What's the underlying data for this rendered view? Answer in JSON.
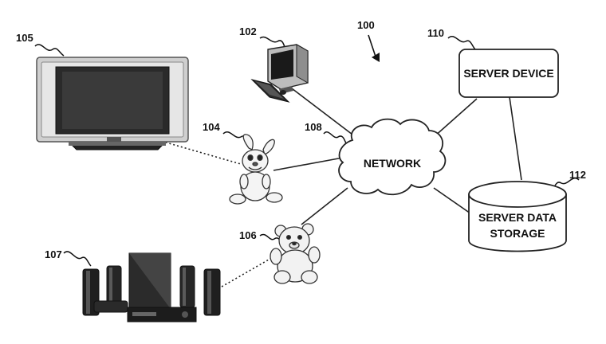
{
  "figure_ref": "100",
  "nodes": {
    "television": {
      "ref": "105"
    },
    "computer": {
      "ref": "102"
    },
    "bunny_toy": {
      "ref": "104"
    },
    "network": {
      "ref": "108",
      "label": "NETWORK"
    },
    "server_device": {
      "ref": "110",
      "label": "SERVER DEVICE"
    },
    "server_storage": {
      "ref": "112",
      "label_line1": "SERVER DATA",
      "label_line2": "STORAGE"
    },
    "teddy_bear": {
      "ref": "106"
    },
    "home_theater": {
      "ref": "107"
    }
  },
  "connections": [
    {
      "from": "computer",
      "to": "network",
      "style": "solid"
    },
    {
      "from": "bunny_toy",
      "to": "network",
      "style": "solid"
    },
    {
      "from": "teddy_bear",
      "to": "network",
      "style": "solid"
    },
    {
      "from": "network",
      "to": "server_device",
      "style": "solid"
    },
    {
      "from": "network",
      "to": "server_storage",
      "style": "solid"
    },
    {
      "from": "server_device",
      "to": "server_storage",
      "style": "solid"
    },
    {
      "from": "television",
      "to": "bunny_toy",
      "style": "dotted"
    },
    {
      "from": "home_theater",
      "to": "teddy_bear",
      "style": "dotted"
    }
  ]
}
